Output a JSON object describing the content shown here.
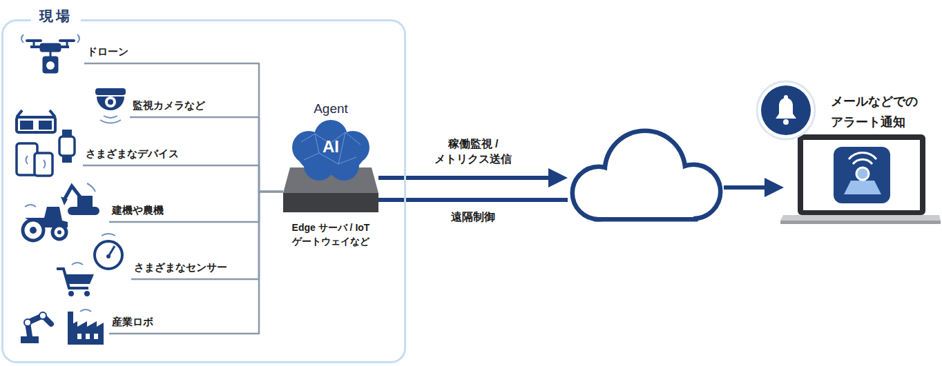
{
  "diagram": {
    "nodes": [
      {
        "text": [
          "現場"
        ]
      },
      {
        "text": [
          "ドローン"
        ],
        "in": 0
      },
      {
        "text": [
          "監視カメラなど"
        ],
        "in": 0
      },
      {
        "text": [
          "さまざまなデバイス"
        ],
        "in": 0
      },
      {
        "text": [
          "建機や農機"
        ],
        "in": 0
      },
      {
        "text": [
          "さまざまなセンサー"
        ],
        "in": 0
      },
      {
        "text": [
          "産業ロボ"
        ],
        "in": 0
      },
      {
        "text": [
          "Agent",
          "AI",
          "Edge サーバ / IoT ゲートウェイなど"
        ]
      },
      {
        "text": []
      },
      {
        "text": [
          "メールなどでの アラート通知"
        ]
      }
    ],
    "edges": [
      {
        "from": 1,
        "to": 7,
        "arrow": "none"
      },
      {
        "from": 2,
        "to": 7,
        "arrow": "none"
      },
      {
        "from": 3,
        "to": 7,
        "arrow": "none"
      },
      {
        "from": 4,
        "to": 7,
        "arrow": "none"
      },
      {
        "from": 5,
        "to": 7,
        "arrow": "none"
      },
      {
        "from": 6,
        "to": 7,
        "arrow": "none"
      },
      {
        "from": 7,
        "to": 8,
        "label": "稼働監視 / メトリクス送信",
        "arrow": "to"
      },
      {
        "from": 7,
        "to": 8,
        "label": "遠隔制御",
        "arrow": "none"
      },
      {
        "from": 8,
        "to": 9,
        "arrow": "to"
      }
    ]
  }
}
